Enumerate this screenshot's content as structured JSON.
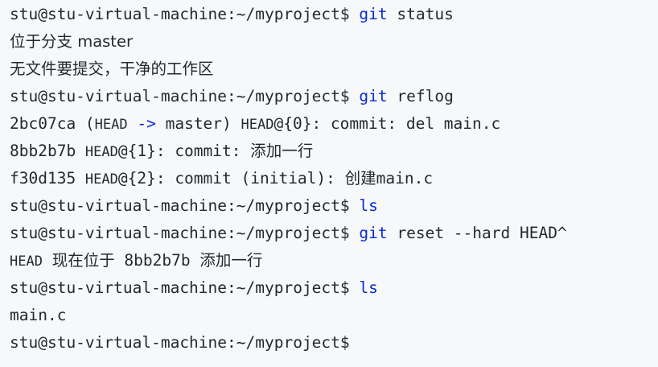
{
  "terminal": {
    "prompt": "stu@stu-virtual-machine:~/myproject$",
    "lines": [
      {
        "type": "cmd",
        "cmd": "git",
        "args": " status"
      },
      {
        "type": "out",
        "parts": [
          "位于分支 master"
        ]
      },
      {
        "type": "out",
        "parts": [
          "无文件要提交，干净的工作区"
        ]
      },
      {
        "type": "cmd",
        "cmd": "git",
        "args": " reflog"
      },
      {
        "type": "out",
        "parts": [
          "2bc07ca (",
          "HEAD",
          " ",
          "->",
          " master) ",
          "HEAD",
          "@{0}: commit: del main.c"
        ]
      },
      {
        "type": "out",
        "parts": [
          "8bb2b7b ",
          "HEAD",
          "@{1}: commit: 添加一行"
        ]
      },
      {
        "type": "out",
        "parts": [
          "f30d135 ",
          "HEAD",
          "@{2}: commit (initial): 创建main.c"
        ]
      },
      {
        "type": "cmd",
        "cmd": "ls",
        "args": ""
      },
      {
        "type": "cmd",
        "cmd": "git",
        "args": " reset --hard HEAD^"
      },
      {
        "type": "out",
        "parts": [
          "HEAD",
          " 现在位于 8bb2b7b 添加一行"
        ]
      },
      {
        "type": "cmd",
        "cmd": "ls",
        "args": ""
      },
      {
        "type": "out",
        "parts": [
          "main.c"
        ]
      },
      {
        "type": "prompt"
      }
    ]
  }
}
